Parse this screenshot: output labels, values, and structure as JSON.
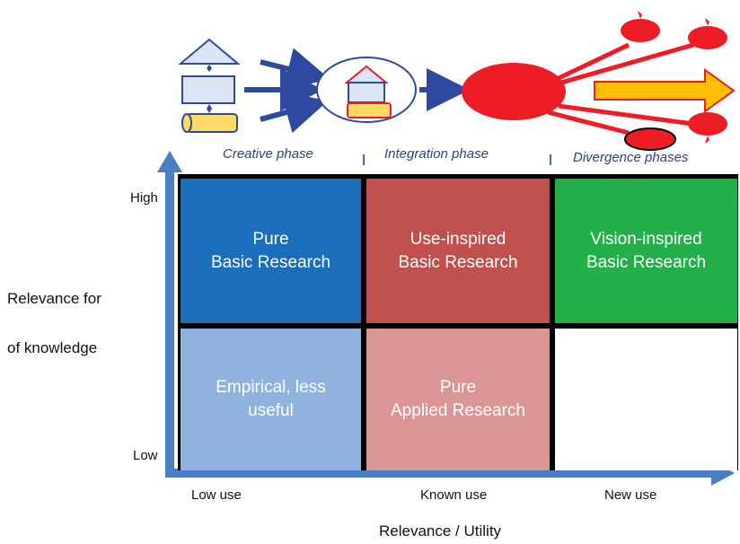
{
  "phases": {
    "creative": "Creative phase",
    "integration": "Integration phase",
    "divergence": "Divergence phases"
  },
  "matrix": {
    "cells": {
      "pure_basic": "Pure\nBasic Research",
      "use_inspired": "Use-inspired\nBasic Research",
      "vision_inspired": "Vision-inspired\nBasic Research",
      "empirical": "Empirical, less\nuseful",
      "pure_applied": "Pure\nApplied Research"
    },
    "colors": {
      "pure_basic": "#1b6fba",
      "use_inspired": "#c0504d",
      "vision_inspired": "#23b04b",
      "empirical": "#8fb3de",
      "pure_applied": "#d99694",
      "empty": "#ffffff",
      "grid_line": "#000000",
      "axis": "#4a7ec4"
    }
  },
  "y_axis": {
    "high": "High",
    "low": "Low",
    "label_line1": "Relevance for",
    "label_line2": "of knowledge"
  },
  "x_axis": {
    "low_use": "Low use",
    "known_use": "Known use",
    "new_use": "New use",
    "label": "Relevance / Utility"
  },
  "illustration": {
    "icons": [
      "triangle-icon",
      "rectangle-icon",
      "scroll-icon",
      "merged-house-icon",
      "red-blob-icon",
      "yellow-arrow-icon",
      "red-drop-icon"
    ],
    "colors": {
      "blue": "#2e4a9e",
      "red": "#ee1c24",
      "yellow": "#ffc000",
      "pale_blue": "#dbe5f4"
    }
  }
}
